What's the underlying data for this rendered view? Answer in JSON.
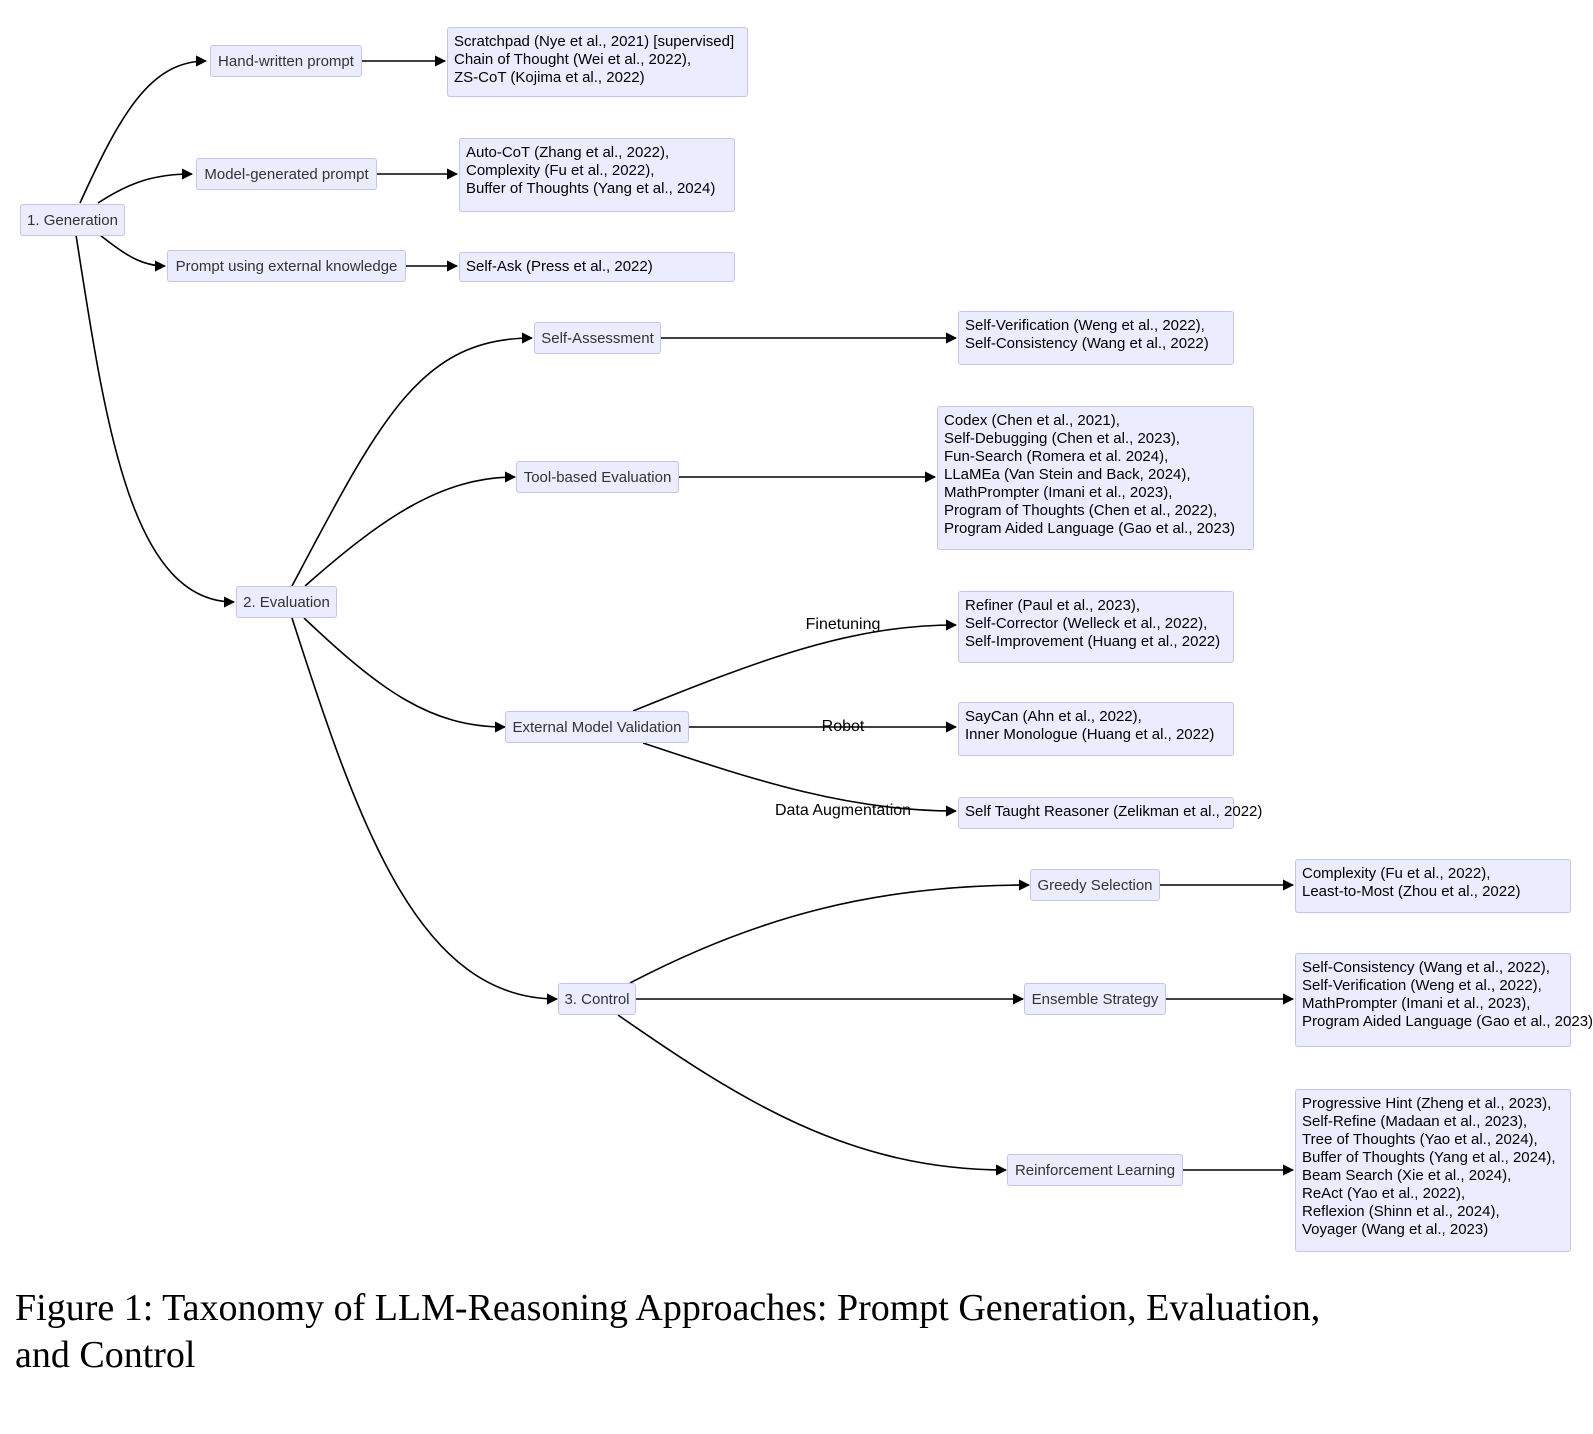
{
  "nodes": {
    "generation": "1. Generation",
    "hand_written": "Hand-written prompt",
    "model_generated": "Model-generated prompt",
    "external_knowledge": "Prompt using external knowledge",
    "evaluation": "2. Evaluation",
    "self_assessment": "Self-Assessment",
    "tool_based": "Tool-based Evaluation",
    "external_model": "External Model Validation",
    "control": "3. Control",
    "greedy": "Greedy Selection",
    "ensemble": "Ensemble Strategy",
    "rl": "Reinforcement Learning"
  },
  "leaves": {
    "hand_written": [
      "Scratchpad (Nye et al., 2021) [supervised]",
      "Chain of Thought (Wei et al., 2022),",
      "ZS-CoT (Kojima et al., 2022)"
    ],
    "model_generated": [
      "Auto-CoT (Zhang et al., 2022),",
      "Complexity (Fu et al., 2022),",
      "Buffer of Thoughts (Yang et al., 2024)"
    ],
    "external_knowledge": [
      "Self-Ask (Press et al., 2022)"
    ],
    "self_assessment": [
      "Self-Verification (Weng et al., 2022),",
      "Self-Consistency (Wang et al., 2022)"
    ],
    "tool_based": [
      "Codex (Chen et al., 2021),",
      "Self-Debugging (Chen et al., 2023),",
      "Fun-Search (Romera et al. 2024),",
      "LLaMEa (Van Stein and Back, 2024),",
      "MathPrompter (Imani et al., 2023),",
      "Program of Thoughts (Chen et al., 2022),",
      "Program Aided Language (Gao et al., 2023)"
    ],
    "finetuning": [
      "Refiner (Paul et al., 2023),",
      "Self-Corrector (Welleck et al., 2022),",
      "Self-Improvement (Huang et al., 2022)"
    ],
    "robot": [
      "SayCan (Ahn et al., 2022),",
      "Inner Monologue (Huang et al., 2022)"
    ],
    "data_aug": [
      "Self Taught Reasoner (Zelikman et al., 2022)"
    ],
    "greedy": [
      "Complexity (Fu et al., 2022),",
      "Least-to-Most (Zhou et al., 2022)"
    ],
    "ensemble": [
      "Self-Consistency (Wang et al., 2022),",
      "Self-Verification (Weng et al., 2022),",
      "MathPrompter (Imani et al., 2023),",
      "Program Aided Language (Gao et al., 2023)"
    ],
    "rl": [
      "Progressive Hint (Zheng et al., 2023),",
      "Self-Refine (Madaan et al., 2023),",
      "Tree of Thoughts (Yao et al., 2024),",
      "Buffer of Thoughts (Yang et al., 2024),",
      "Beam Search (Xie et al., 2024),",
      "ReAct (Yao et al., 2022),",
      "Reflexion (Shinn et al., 2024),",
      "Voyager (Wang et al., 2023)"
    ]
  },
  "edge_labels": {
    "finetuning": "Finetuning",
    "robot": "Robot",
    "data_aug": "Data Augmentation"
  },
  "caption": {
    "line1": "Figure 1: Taxonomy of LLM-Reasoning Approaches: Prompt Generation, Evaluation,",
    "line2": "and Control"
  }
}
